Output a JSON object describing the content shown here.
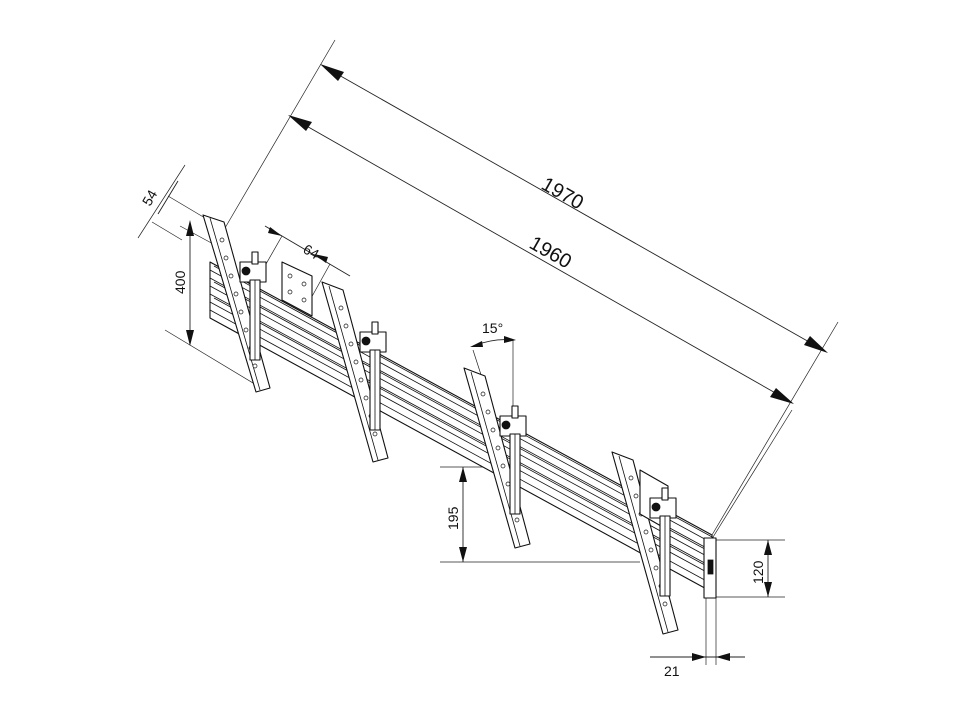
{
  "drawing": {
    "dimensions": {
      "overall_length": "1970",
      "rail_length": "1960",
      "bracket_offset": "54",
      "bracket_height": "400",
      "spacer_width": "64",
      "tilt_angle": "15°",
      "hook_height": "195",
      "rail_height": "120",
      "rail_depth": "21"
    },
    "colors": {
      "line": "#111111",
      "background": "#ffffff"
    }
  }
}
